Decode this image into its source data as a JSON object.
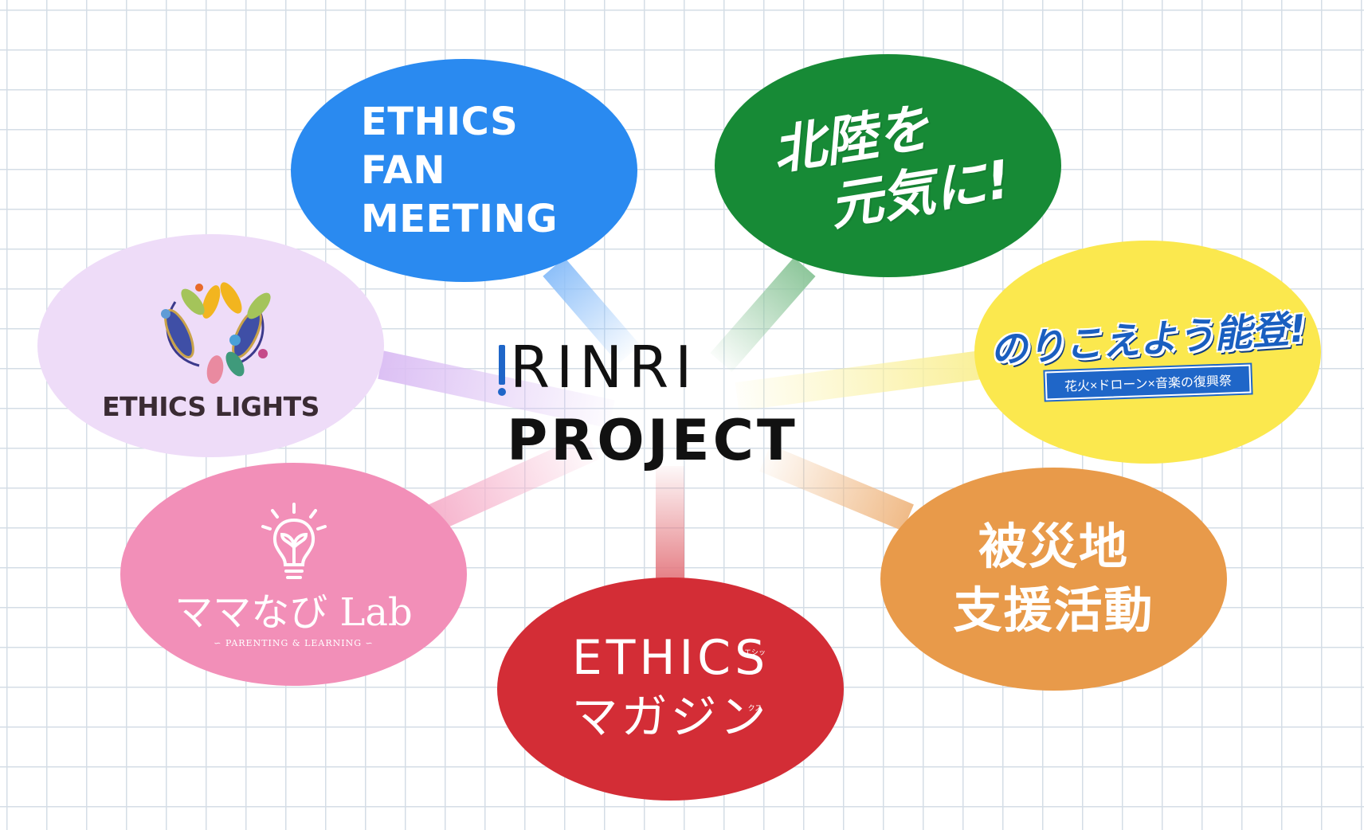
{
  "center": {
    "line1": "RINRI",
    "line2": "PROJECT",
    "accent": "#1f66c8"
  },
  "nodes": {
    "fan_meeting": {
      "lines": [
        "ETHICS",
        "FAN",
        "MEETING"
      ],
      "color": "#2a8af0"
    },
    "hokuriku": {
      "lines": [
        "北陸を",
        "元気に!"
      ],
      "color": "#178a36"
    },
    "norikoeyou": {
      "title": "のりこえよう能登!",
      "subtitle": "花火×ドローン×音楽の復興祭",
      "color": "#fbe84e"
    },
    "ethics_lights": {
      "label": "ETHICS LIGHTS",
      "logo_icon": "lights-emblem-icon",
      "color": "#eedcf8"
    },
    "mamanabi": {
      "title": "ママなび Lab",
      "subtitle": "PARENTING & LEARNING",
      "logo_icon": "lightbulb-sprout-icon",
      "color": "#f28fb8"
    },
    "magazine": {
      "title": "ETHICS",
      "ruby": "エシックス",
      "subtitle": "マガジン",
      "color": "#d32d36"
    },
    "hisaichi": {
      "lines": [
        "被災地",
        "支援活動"
      ],
      "color": "#e89a4a"
    }
  },
  "connectors": [
    {
      "node": "fan_meeting",
      "color": "#8ec0f9"
    },
    {
      "node": "hokuriku",
      "color": "#8fc79c"
    },
    {
      "node": "norikoeyou",
      "color": "#faf09a"
    },
    {
      "node": "ethics_lights",
      "color": "#dcc0f4"
    },
    {
      "node": "mamanabi",
      "color": "#f6b4cd"
    },
    {
      "node": "magazine",
      "color": "#e47980"
    },
    {
      "node": "hisaichi",
      "color": "#f0bb88"
    }
  ]
}
